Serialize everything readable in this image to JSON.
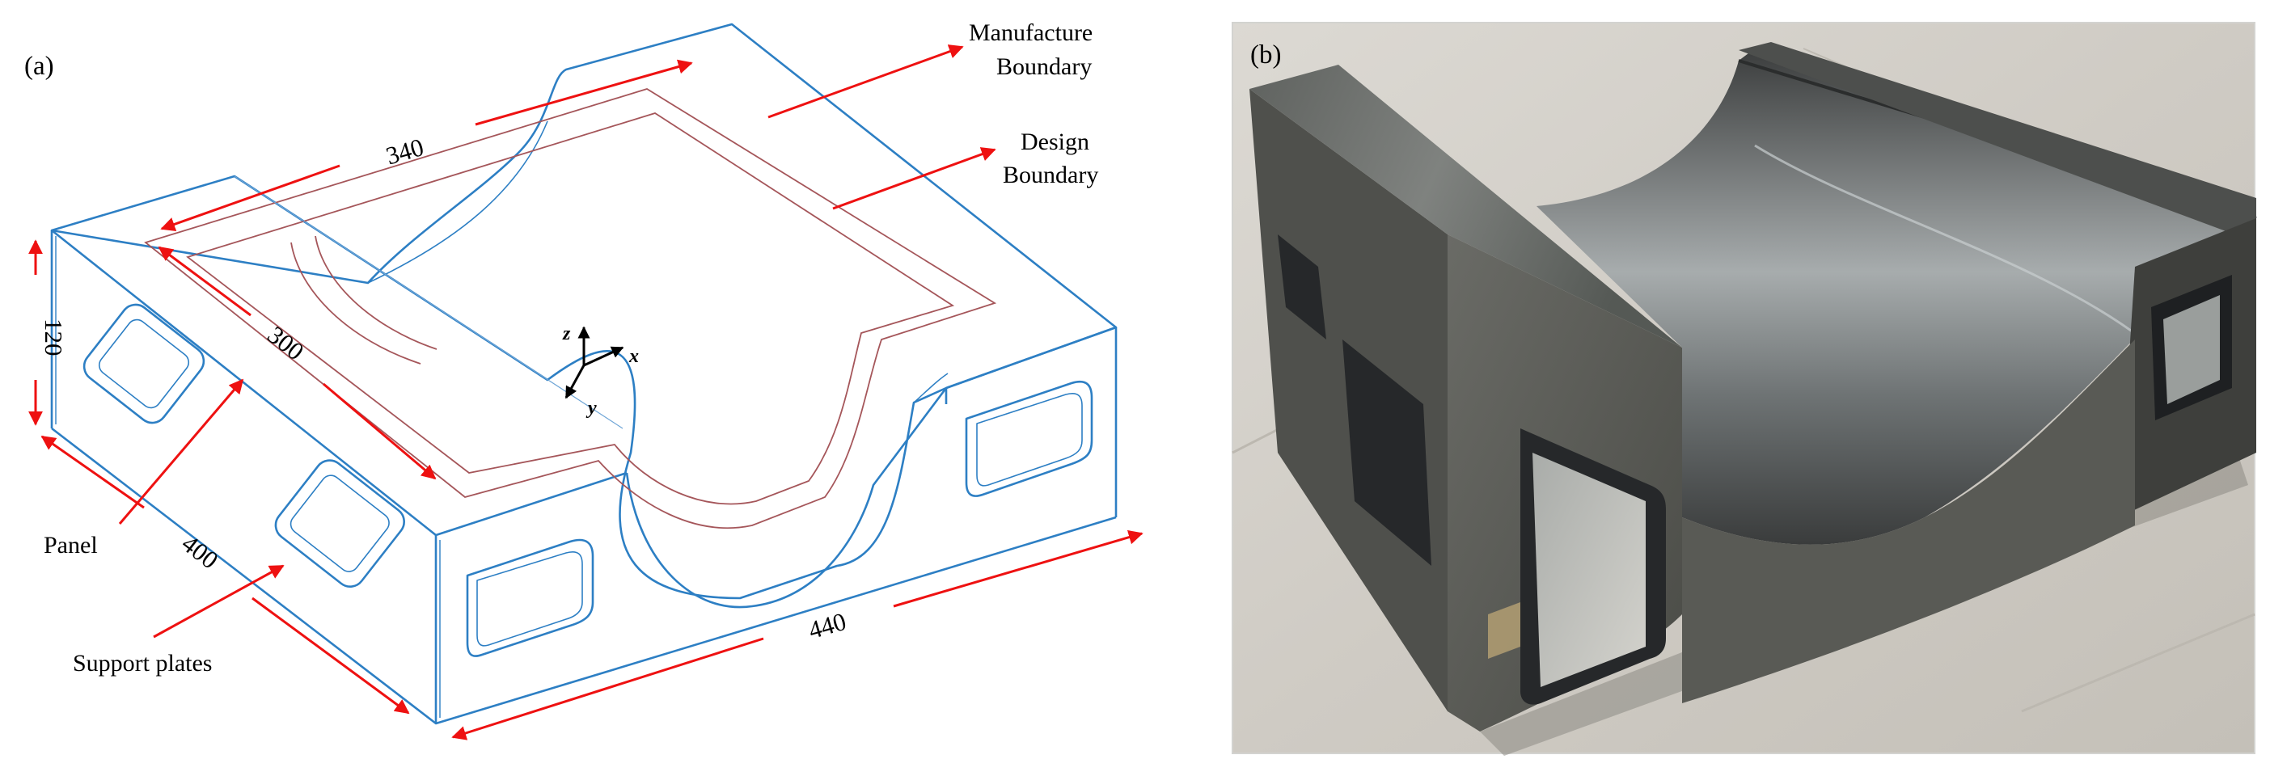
{
  "panels": {
    "a": {
      "label": "(a)"
    },
    "b": {
      "label": "(b)"
    }
  },
  "dimensions": {
    "length_top": "340",
    "length_inner": "300",
    "height": "120",
    "width": "400",
    "length_bottom": "440"
  },
  "callouts": {
    "manufacture": [
      "Manufacture",
      "Boundary"
    ],
    "design": [
      "Design",
      "Boundary"
    ],
    "panel": "Panel",
    "support": "Support plates"
  },
  "axes": {
    "z": "z",
    "x": "x",
    "y": "y"
  },
  "colors": {
    "outline": "#2d7fc4",
    "boundary": "#a5565a",
    "arrow": "#ee1111",
    "photo_frame": "#d3d3d0"
  }
}
